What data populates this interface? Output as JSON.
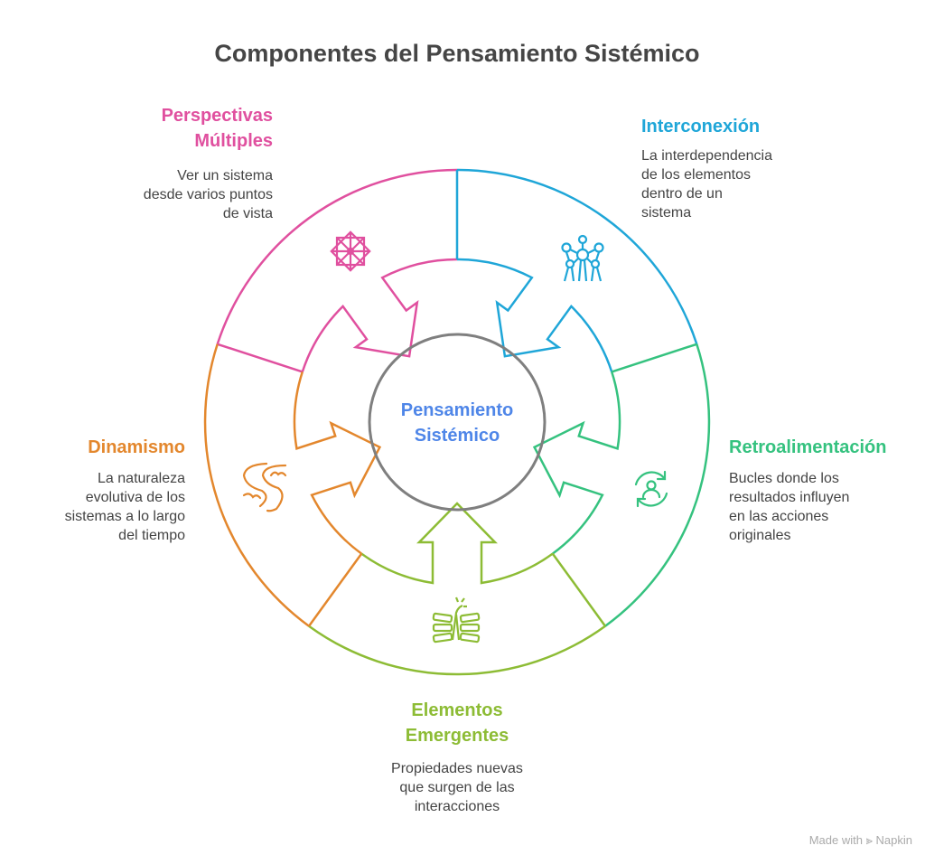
{
  "title": "Componentes del Pensamiento Sistémico",
  "center": {
    "line1": "Pensamiento",
    "line2": "Sistémico",
    "color": "#4f86e8"
  },
  "segments": [
    {
      "id": "perspectivas",
      "title1": "Perspectivas",
      "title2": "Múltiples",
      "desc": [
        "Ver un sistema",
        "desde varios puntos",
        "de vista"
      ],
      "color": "#e0509f",
      "icon": "mandala-icon"
    },
    {
      "id": "interconexion",
      "title1": "Interconexión",
      "desc": [
        "La interdependencia",
        "de los elementos",
        "dentro de un",
        "sistema"
      ],
      "color": "#1fa6d8",
      "icon": "network-icon"
    },
    {
      "id": "retroalimentacion",
      "title1": "Retroalimentación",
      "desc": [
        "Bucles donde los",
        "resultados influyen",
        "en las acciones",
        "originales"
      ],
      "color": "#35c27f",
      "icon": "feedback-loop-icon"
    },
    {
      "id": "emergentes",
      "title1": "Elementos",
      "title2": "Emergentes",
      "desc": [
        "Propiedades nuevas",
        "que surgen de las",
        "interacciones"
      ],
      "color": "#8dbc35",
      "icon": "emergence-blocks-icon"
    },
    {
      "id": "dinamismo",
      "title1": "Dinamismo",
      "desc": [
        "La naturaleza",
        "evolutiva de los",
        "sistemas a lo largo",
        "del tiempo"
      ],
      "color": "#e3872d",
      "icon": "river-icon"
    }
  ],
  "footer": {
    "text": "Made with",
    "brand": "Napkin"
  }
}
